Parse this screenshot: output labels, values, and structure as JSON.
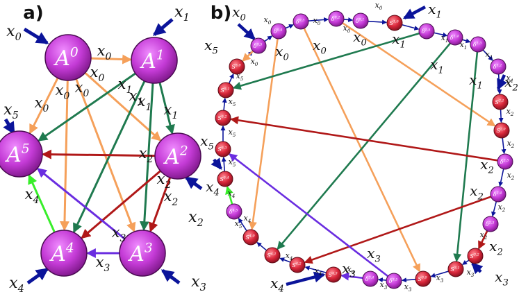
{
  "panels": [
    {
      "id": "a",
      "label": "a)"
    },
    {
      "id": "b",
      "label": "b)"
    }
  ],
  "colors": {
    "node_purple": "#c43bd6",
    "node_purple_dark": "#7a1585",
    "node_red": "#d8263a",
    "node_red_dark": "#7d0f1c",
    "orange": "#f5a05a",
    "green": "#1f7a4f",
    "dark_red": "#b01818",
    "violet": "#6a2de0",
    "lime": "#38ee2a",
    "navy": "#0b149a"
  },
  "panel_a": {
    "nodes": [
      {
        "id": "A0",
        "base": "A",
        "sup": "0"
      },
      {
        "id": "A1",
        "base": "A",
        "sup": "1"
      },
      {
        "id": "A2",
        "base": "A",
        "sup": "2"
      },
      {
        "id": "A3",
        "base": "A",
        "sup": "3"
      },
      {
        "id": "A4",
        "base": "A",
        "sup": "4"
      },
      {
        "id": "A5",
        "base": "A",
        "sup": "5"
      }
    ],
    "inputs": [
      {
        "base": "x",
        "sub": "0"
      },
      {
        "base": "x",
        "sub": "1"
      },
      {
        "base": "x",
        "sub": "2"
      },
      {
        "base": "x",
        "sub": "3"
      },
      {
        "base": "x",
        "sub": "4"
      },
      {
        "base": "x",
        "sub": "5"
      }
    ],
    "edge_labels": [
      {
        "base": "x",
        "sub": "0"
      },
      {
        "base": "x",
        "sub": "0"
      },
      {
        "base": "x",
        "sub": "0"
      },
      {
        "base": "x",
        "sub": "0"
      },
      {
        "base": "x",
        "sub": "0"
      },
      {
        "base": "x",
        "sub": "1"
      },
      {
        "base": "x",
        "sub": "1"
      },
      {
        "base": "x",
        "sub": "1"
      },
      {
        "base": "x",
        "sub": "1"
      },
      {
        "base": "x",
        "sub": "2"
      },
      {
        "base": "x",
        "sub": "2"
      },
      {
        "base": "x",
        "sub": "2"
      },
      {
        "base": "x",
        "sub": "3"
      },
      {
        "base": "x",
        "sub": "3"
      },
      {
        "base": "x",
        "sub": "4"
      }
    ]
  },
  "panel_b": {
    "ring_nodes": [
      {
        "id": "d05",
        "base": "δ",
        "sup": "0,5"
      },
      {
        "id": "d04",
        "base": "δ",
        "sup": "0,4"
      },
      {
        "id": "d03",
        "base": "δ",
        "sup": "0,3"
      },
      {
        "id": "d02",
        "base": "δ",
        "sup": "0,2"
      },
      {
        "id": "d01",
        "base": "δ",
        "sup": "0,1"
      },
      {
        "id": "S10",
        "base": "S",
        "sup": "1,0"
      },
      {
        "id": "d15",
        "base": "δ",
        "sup": "1,5"
      },
      {
        "id": "d14",
        "base": "δ",
        "sup": "1,4"
      },
      {
        "id": "d13",
        "base": "δ",
        "sup": "1,3"
      },
      {
        "id": "d12",
        "base": "δ",
        "sup": "1,2"
      },
      {
        "id": "S21",
        "base": "S",
        "sup": "2,1"
      },
      {
        "id": "S20",
        "base": "S",
        "sup": "2,0"
      },
      {
        "id": "d25",
        "base": "δ",
        "sup": "2,5"
      },
      {
        "id": "d24",
        "base": "δ",
        "sup": "2,4"
      },
      {
        "id": "d23",
        "base": "δ",
        "sup": "2,3"
      },
      {
        "id": "S32",
        "base": "S",
        "sup": "3,2"
      },
      {
        "id": "S31",
        "base": "S",
        "sup": "3,1"
      },
      {
        "id": "S30",
        "base": "S",
        "sup": "3,0"
      },
      {
        "id": "d35",
        "base": "δ",
        "sup": "3,5"
      },
      {
        "id": "d34",
        "base": "δ",
        "sup": "3,4"
      },
      {
        "id": "S43",
        "base": "S",
        "sup": "4,3"
      },
      {
        "id": "S42",
        "base": "S",
        "sup": "4,2"
      },
      {
        "id": "S41",
        "base": "S",
        "sup": "4,1"
      },
      {
        "id": "S40",
        "base": "S",
        "sup": "4,0"
      },
      {
        "id": "d45",
        "base": "δ",
        "sup": "4,5"
      },
      {
        "id": "S54",
        "base": "S",
        "sup": "5,4"
      },
      {
        "id": "S53",
        "base": "S",
        "sup": "5,3"
      },
      {
        "id": "S52",
        "base": "S",
        "sup": "5,2"
      },
      {
        "id": "S51",
        "base": "S",
        "sup": "5,1"
      },
      {
        "id": "S50",
        "base": "S",
        "sup": "5,0"
      }
    ],
    "small_labels": [
      {
        "base": "x",
        "sub": "0"
      },
      {
        "base": "x",
        "sub": "0"
      },
      {
        "base": "x",
        "sub": "0"
      },
      {
        "base": "x",
        "sub": "0"
      },
      {
        "base": "x",
        "sub": "0"
      },
      {
        "base": "x",
        "sub": "1"
      },
      {
        "base": "x",
        "sub": "1"
      },
      {
        "base": "x",
        "sub": "1"
      },
      {
        "base": "x",
        "sub": "1"
      },
      {
        "base": "x",
        "sub": "2"
      },
      {
        "base": "x",
        "sub": "2"
      },
      {
        "base": "x",
        "sub": "2"
      },
      {
        "base": "x",
        "sub": "2"
      },
      {
        "base": "x",
        "sub": "2"
      },
      {
        "base": "x",
        "sub": "3"
      },
      {
        "base": "x",
        "sub": "3"
      },
      {
        "base": "x",
        "sub": "3"
      },
      {
        "base": "x",
        "sub": "3"
      },
      {
        "base": "x",
        "sub": "4"
      },
      {
        "base": "x",
        "sub": "4"
      },
      {
        "base": "x",
        "sub": "4"
      },
      {
        "base": "x",
        "sub": "4"
      },
      {
        "base": "x",
        "sub": "4"
      },
      {
        "base": "x",
        "sub": "5"
      },
      {
        "base": "x",
        "sub": "5"
      },
      {
        "base": "x",
        "sub": "5"
      },
      {
        "base": "x",
        "sub": "5"
      },
      {
        "base": "x",
        "sub": "5"
      }
    ],
    "big_labels": [
      {
        "base": "x",
        "sub": "0"
      },
      {
        "base": "x",
        "sub": "0"
      },
      {
        "base": "x",
        "sub": "0"
      },
      {
        "base": "x",
        "sub": "0"
      },
      {
        "base": "x",
        "sub": "1"
      },
      {
        "base": "x",
        "sub": "1"
      },
      {
        "base": "x",
        "sub": "1"
      },
      {
        "base": "x",
        "sub": "1"
      },
      {
        "base": "x",
        "sub": "2"
      },
      {
        "base": "x",
        "sub": "2"
      },
      {
        "base": "x",
        "sub": "2"
      },
      {
        "base": "x",
        "sub": "2"
      },
      {
        "base": "x",
        "sub": "3"
      },
      {
        "base": "x",
        "sub": "3"
      },
      {
        "base": "x",
        "sub": "3"
      },
      {
        "base": "x",
        "sub": "4"
      },
      {
        "base": "x",
        "sub": "4"
      },
      {
        "base": "x",
        "sub": "5"
      },
      {
        "base": "x",
        "sub": "5"
      }
    ]
  }
}
